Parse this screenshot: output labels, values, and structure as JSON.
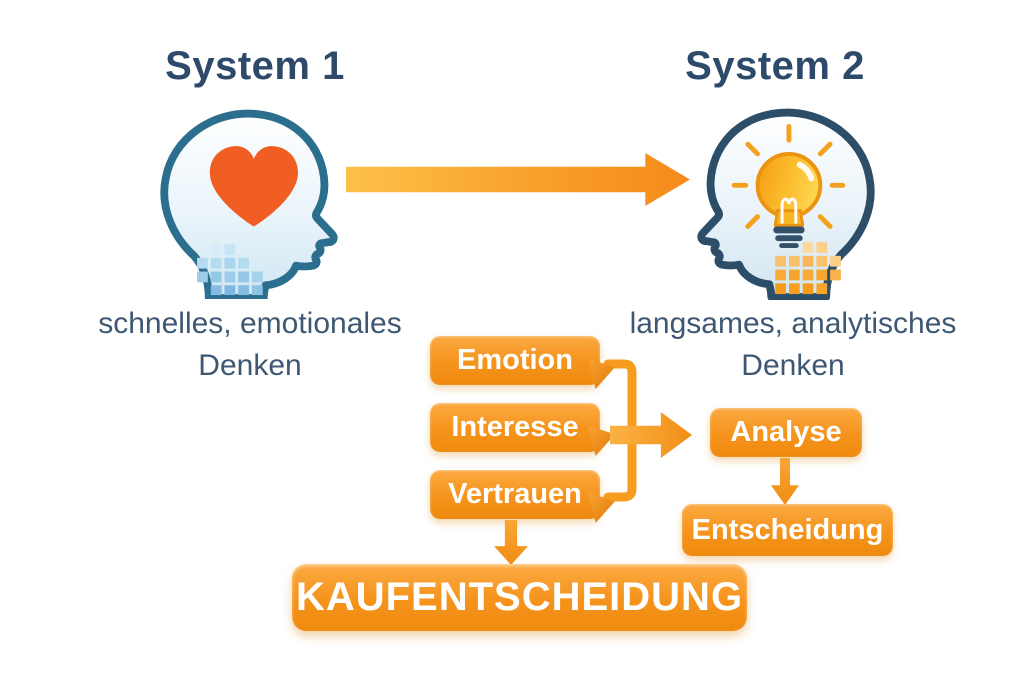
{
  "system1": {
    "title": "System 1",
    "subtitle_line1": "schnelles, emotionales",
    "subtitle_line2": "Denken",
    "icon": "heart"
  },
  "system2": {
    "title": "System 2",
    "subtitle_line1": "langsames, analytisches",
    "subtitle_line2": "Denken",
    "icon": "lightbulb"
  },
  "factors": [
    "Emotion",
    "Interesse",
    "Vertrauen"
  ],
  "process": {
    "step1": "Analyse",
    "step2": "Entscheidung"
  },
  "result": {
    "label": "KAUFENTSCHEIDUNG"
  },
  "colors": {
    "accent_orange": "#f7941e",
    "orange_gradient_top": "#fbaa43",
    "orange_gradient_bottom": "#ef8a0f",
    "title_text": "#2e4a6b",
    "subtitle_text": "#3e5873",
    "head_outline_left": "#2b6e8e",
    "head_outline_right": "#2d4e68",
    "heart": "#f05e23",
    "bulb_yellow": "#fcc133",
    "bulb_base_navy": "#33506b",
    "box_text": "#ffffff"
  }
}
